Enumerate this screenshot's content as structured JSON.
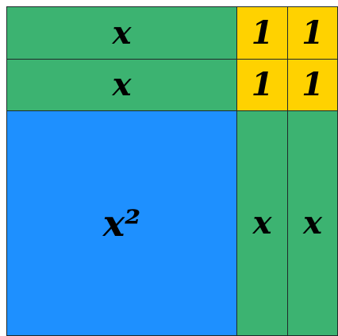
{
  "colors": {
    "x_tile": "#3cb371",
    "x2_tile": "#1e90ff",
    "unit_tile": "#ffd200",
    "border": "#1f2a2a"
  },
  "tiles": {
    "x_top_1": "x",
    "x_top_2": "x",
    "unit_1": "1",
    "unit_2": "1",
    "unit_3": "1",
    "unit_4": "1",
    "x_squared": "x²",
    "x_side_1": "x",
    "x_side_2": "x"
  }
}
